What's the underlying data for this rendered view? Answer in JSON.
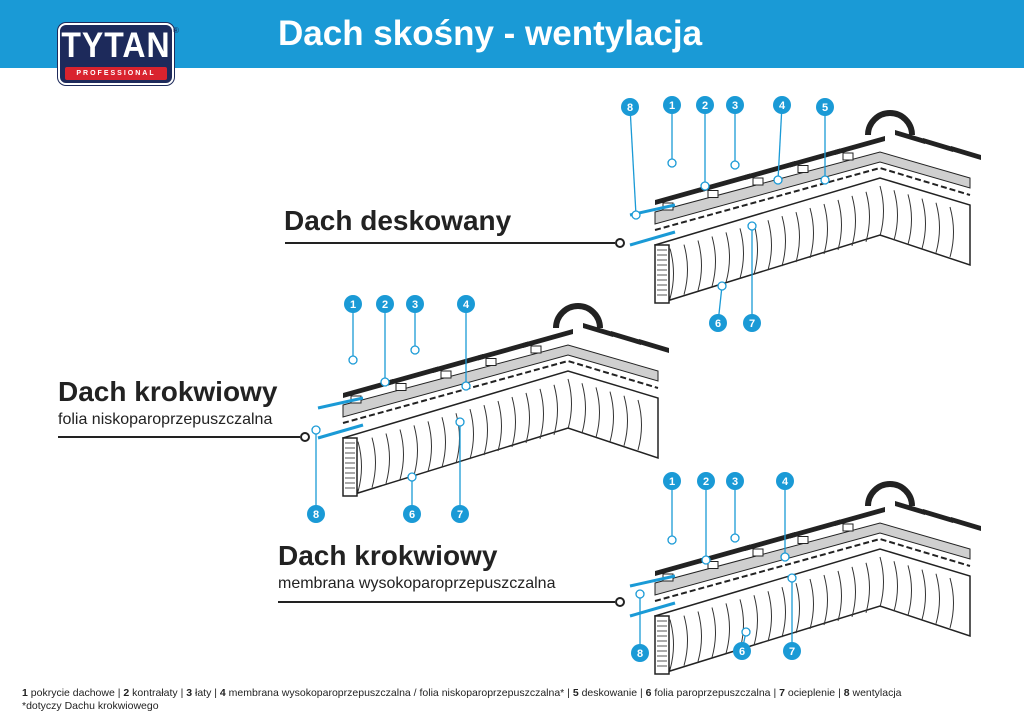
{
  "header": {
    "title": "Dach skośny - wentylacja",
    "logo_text": "TYTAN",
    "logo_sub": "PROFESSIONAL",
    "logo_reg": "®"
  },
  "diagrams": [
    {
      "title": "Dach deskowany",
      "subtitle": "",
      "callouts": [
        "8",
        "1",
        "2",
        "3",
        "4",
        "5",
        "6",
        "7"
      ]
    },
    {
      "title": "Dach krokwiowy",
      "subtitle": "folia niskoparoprzepuszczalna",
      "callouts": [
        "1",
        "2",
        "3",
        "4",
        "8",
        "6",
        "7"
      ]
    },
    {
      "title": "Dach krokwiowy",
      "subtitle": "membrana wysokoparoprzepuszczalna",
      "callouts": [
        "1",
        "2",
        "3",
        "4",
        "8",
        "6",
        "7"
      ]
    }
  ],
  "legend": {
    "items": [
      {
        "num": "1",
        "label": "pokrycie dachowe"
      },
      {
        "num": "2",
        "label": "kontrałaty"
      },
      {
        "num": "3",
        "label": "łaty"
      },
      {
        "num": "4",
        "label": "membrana wysokoparoprzepuszczalna / folia niskoparoprzepuszczalna*"
      },
      {
        "num": "5",
        "label": "deskowanie"
      },
      {
        "num": "6",
        "label": "folia paroprzepuszczalna"
      },
      {
        "num": "7",
        "label": "ocieplenie"
      },
      {
        "num": "8",
        "label": "wentylacja"
      }
    ],
    "note": "*dotyczy Dachu krokwiowego"
  },
  "colors": {
    "brand_blue": "#1a9ad6",
    "logo_navy": "#1d2a5b",
    "logo_red": "#d9232e"
  }
}
